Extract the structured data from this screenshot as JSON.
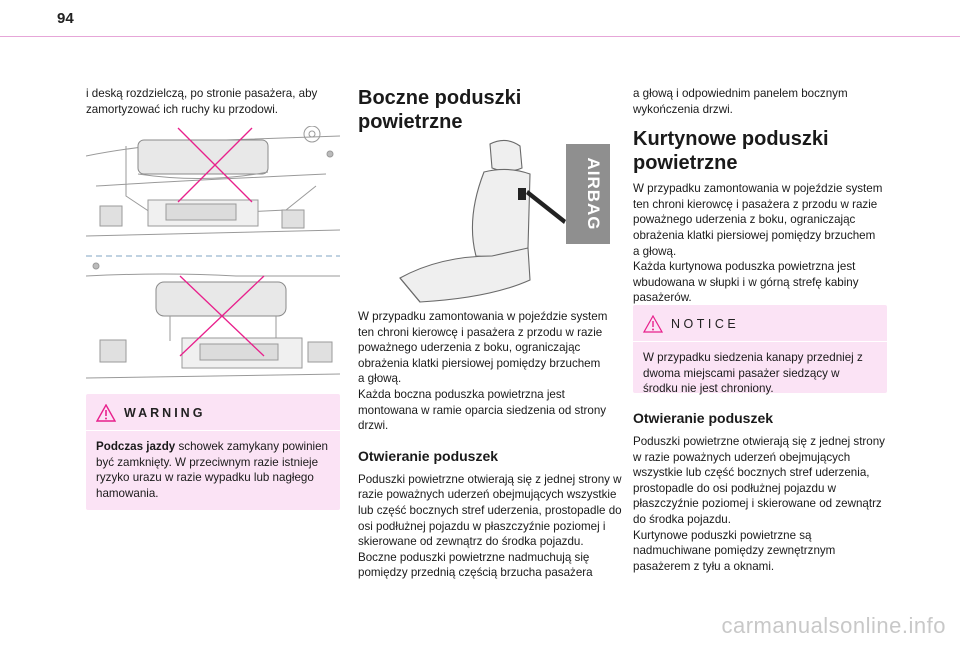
{
  "page": {
    "number": "94"
  },
  "col1": {
    "intro": "i deską rozdzielczą, po stronie pasażera, aby zamortyzować ich ruchy ku przodowi.",
    "warning": {
      "title": "WARNING",
      "bold_lead": "Podczas jazdy",
      "text": " schowek zamykany powinien być zamknięty. W przeciwnym razie istnieje ryzyko urazu w razie wypadku lub nagłego hamowania."
    }
  },
  "col2": {
    "title_line1": "Boczne poduszki",
    "title_line2": "powietrzne",
    "airbag_label": "AIRBAG",
    "para1": "W przypadku zamontowania w pojeździe system ten chroni kierowcę i pasażera z przodu w razie poważnego uderzenia z boku, ograniczając obrażenia klatki piersiowej pomiędzy brzuchem\na głową.\nKażda boczna poduszka powietrzna jest montowana w ramie oparcia siedzenia od strony drzwi.",
    "sub_title": "Otwieranie poduszek",
    "para2": "Poduszki powietrzne otwierają się z jednej strony w razie poważnych uderzeń obejmujących wszystkie lub część bocznych stref uderzenia, prostopadle do osi podłużnej pojazdu w płaszczyźnie poziomej i skierowane od zewnątrz do środka pojazdu.\nBoczne poduszki powietrzne nadmuchują się pomiędzy przednią częścią brzucha pasażera"
  },
  "col3": {
    "intro": "a głową i odpowiednim panelem bocznym wykończenia drzwi.",
    "title_line1": "Kurtynowe poduszki",
    "title_line2": "powietrzne",
    "para1": "W przypadku zamontowania w pojeździe system ten chroni kierowcę i pasażera z przodu w razie poważnego uderzenia z boku, ograniczając obrażenia klatki piersiowej pomiędzy brzuchem\na głową.\nKażda kurtynowa poduszka powietrzna jest wbudowana w słupki i w górną strefę kabiny pasażerów.",
    "notice": {
      "title": "NOTICE",
      "text": "W przypadku siedzenia kanapy przedniej z dwoma miejscami pasażer siedzący w środku nie jest chroniony."
    },
    "sub_title": "Otwieranie poduszek",
    "para2": "Poduszki powietrzne otwierają się z jednej strony w razie poważnych uderzeń obejmujących wszystkie lub część bocznych stref uderzenia, prostopadle do osi podłużnej pojazdu w płaszczyźnie poziomej i skierowane od zewnątrz do środka pojazdu.\nKurtynowe poduszki powietrzne są nadmuchiwane pomiędzy zewnętrznym pasażerem z tyłu a oknami."
  },
  "footer": {
    "watermark": "carmanualsonline.info"
  },
  "colors": {
    "accent_pink": "#fbe3f5",
    "cross_magenta": "#e8208c",
    "airbag_gray": "#8f8f8f"
  }
}
